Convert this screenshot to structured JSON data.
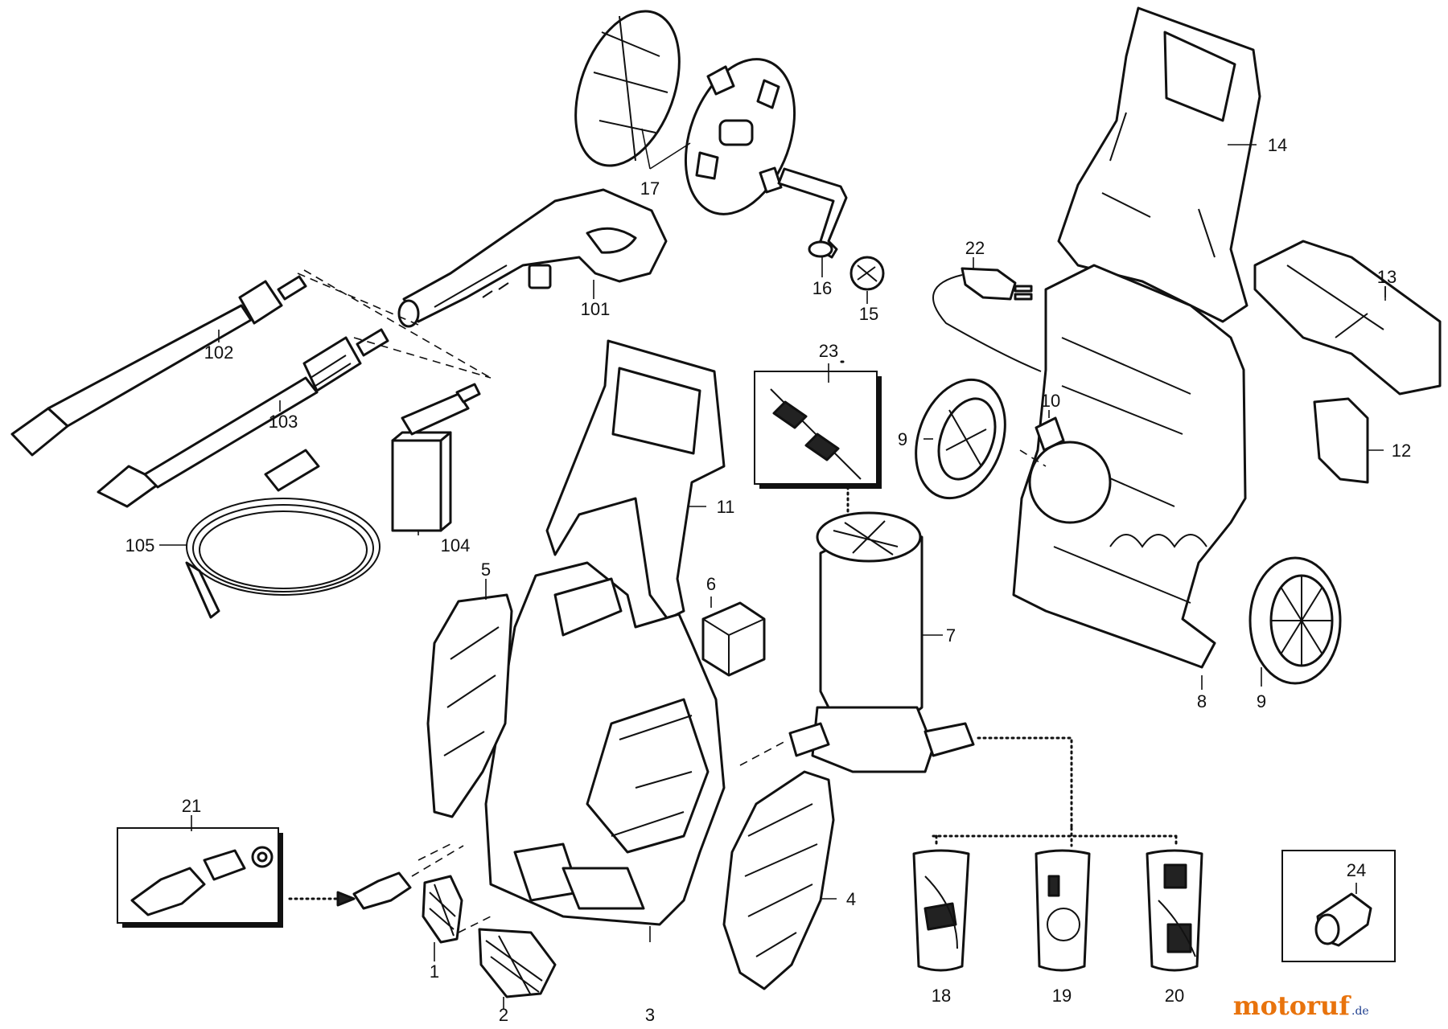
{
  "labels": {
    "l1": "1",
    "l2": "2",
    "l3": "3",
    "l4": "4",
    "l5": "5",
    "l6": "6",
    "l7": "7",
    "l8": "8",
    "l9a": "9",
    "l9b": "9",
    "l10": "10",
    "l11": "11",
    "l12": "12",
    "l13": "13",
    "l14": "14",
    "l15": "15",
    "l16": "16",
    "l17": "17",
    "l18": "18",
    "l19": "19",
    "l20": "20",
    "l21": "21",
    "l22": "22",
    "l23": "23",
    "l24": "24",
    "l101": "101",
    "l102": "102",
    "l103": "103",
    "l104": "104",
    "l105": "105"
  },
  "watermark": {
    "main": "motoruf",
    "suffix": ".de"
  },
  "colors": {
    "line": "#111111",
    "paper": "#ffffff",
    "brand_orange": "#e8730c",
    "brand_blue": "#1f3f8f"
  }
}
